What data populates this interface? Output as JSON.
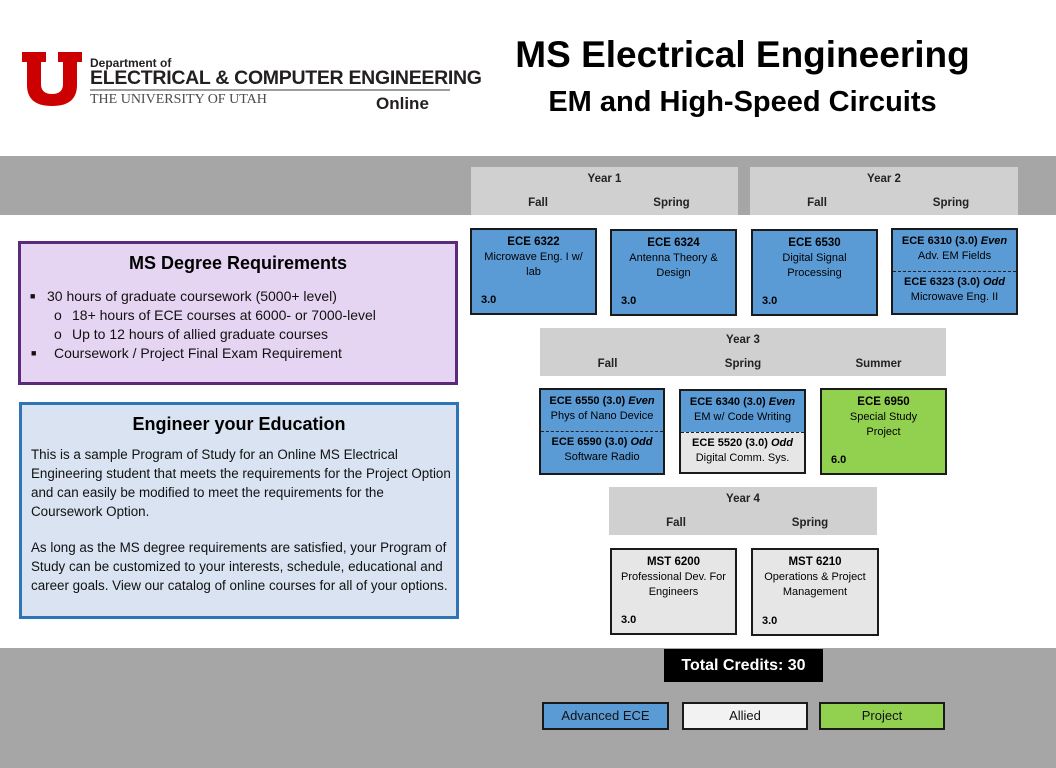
{
  "header": {
    "dept_small": "Department of",
    "dept_big": "ELECTRICAL & COMPUTER ENGINEERING",
    "university": "THE UNIVERSITY OF UTAH",
    "online": "Online",
    "title_line1": "MS Electrical Engineering",
    "title_line2": "EM and High-Speed Circuits"
  },
  "requirements": {
    "title": "MS Degree Requirements",
    "item1": "30 hours of graduate coursework (5000+ level)",
    "sub1": "18+ hours of ECE courses at 6000- or 7000-level",
    "sub2": "Up to 12 hours of allied graduate courses",
    "item2": "Coursework / Project Final Exam Requirement",
    "bullet_sub": "o"
  },
  "engineer": {
    "title": "Engineer your Education",
    "para1": "This is a sample Program of Study for an Online MS Electrical Engineering student that meets the requirements  for the Project Option and can easily be modified to meet the requirements for the Coursework Option.",
    "para2": "As long as the MS degree requirements  are satisfied, your Program of Study can be customized to your interests, schedule, educational and career goals. View our catalog of online courses for all of your options."
  },
  "years": {
    "y1": {
      "label": "Year 1",
      "fall": "Fall",
      "spring": "Spring"
    },
    "y2": {
      "label": "Year 2",
      "fall": "Fall",
      "spring": "Spring"
    },
    "y3": {
      "label": "Year 3",
      "fall": "Fall",
      "spring": "Spring",
      "summer": "Summer"
    },
    "y4": {
      "label": "Year 4",
      "fall": "Fall",
      "spring": "Spring"
    }
  },
  "courses": {
    "ece6322": {
      "code": "ECE 6322",
      "name": "Microwave Eng. I w/ lab",
      "credits": "3.0"
    },
    "ece6324": {
      "code": "ECE 6324",
      "name": "Antenna Theory & Design",
      "credits": "3.0"
    },
    "ece6530": {
      "code": "ECE 6530",
      "name": "Digital Signal Processing",
      "credits": "3.0"
    },
    "ece6310": {
      "code": "ECE 6310 (3.0)",
      "tag": "Even",
      "name": "Adv. EM Fields"
    },
    "ece6323": {
      "code": "ECE 6323 (3.0)",
      "tag": "Odd",
      "name": "Microwave Eng. II"
    },
    "ece6550": {
      "code": "ECE 6550 (3.0)",
      "tag": "Even",
      "name": "Phys of Nano Device"
    },
    "ece6590": {
      "code": "ECE 6590 (3.0)",
      "tag": "Odd",
      "name": "Software Radio"
    },
    "ece6340": {
      "code": "ECE 6340 (3.0)",
      "tag": "Even",
      "name": "EM w/ Code Writing"
    },
    "ece5520": {
      "code": "ECE 5520 (3.0)",
      "tag": "Odd",
      "name": "Digital Comm. Sys."
    },
    "ece6950": {
      "code": "ECE 6950",
      "name": "Special Study Project",
      "credits": "6.0"
    },
    "mst6200": {
      "code": "MST 6200",
      "name": "Professional Dev. For Engineers",
      "credits": "3.0"
    },
    "mst6210": {
      "code": "MST 6210",
      "name": "Operations & Project Management",
      "credits": "3.0"
    }
  },
  "total": "Total Credits: 30",
  "legend": {
    "advanced": "Advanced ECE",
    "allied": "Allied",
    "project": "Project"
  },
  "colors": {
    "advanced": "#5b9bd5",
    "allied": "#e6e6e6",
    "project": "#92d050",
    "utah_red": "#cc0000"
  }
}
